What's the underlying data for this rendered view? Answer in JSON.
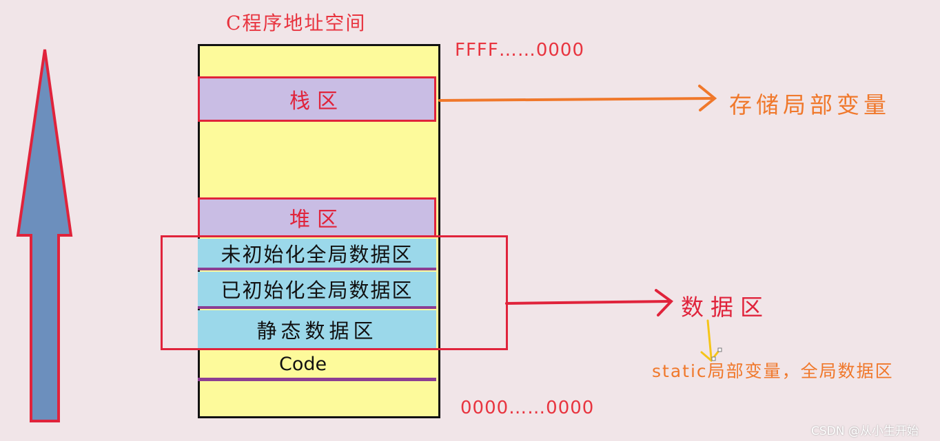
{
  "title": "C程序地址空间",
  "address_top": "FFFF……0000",
  "address_bottom": "0000……0000",
  "regions": {
    "stack": "栈区",
    "heap": "堆区",
    "uninitialized_global": "未初始化全局数据区",
    "initialized_global": "已初始化全局数据区",
    "static_data": "静态数据区",
    "code": "Code"
  },
  "annotations": {
    "stack_note": "存储局部变量",
    "data_area": "数据区",
    "static_note": "static局部变量，全局数据区"
  },
  "watermark": "CSDN @从小生开始",
  "colors": {
    "background": "#f1e5e8",
    "column_fill": "#fdfa9b",
    "stack_heap_fill": "#c9bde4",
    "data_fill": "#9bd8ea",
    "red": "#e0233b",
    "orange": "#f0782b",
    "arrow_blue": "#6c8fbd",
    "divider_purple": "#8c3e92"
  },
  "icons": {
    "direction_arrow": "up-arrow-icon"
  }
}
